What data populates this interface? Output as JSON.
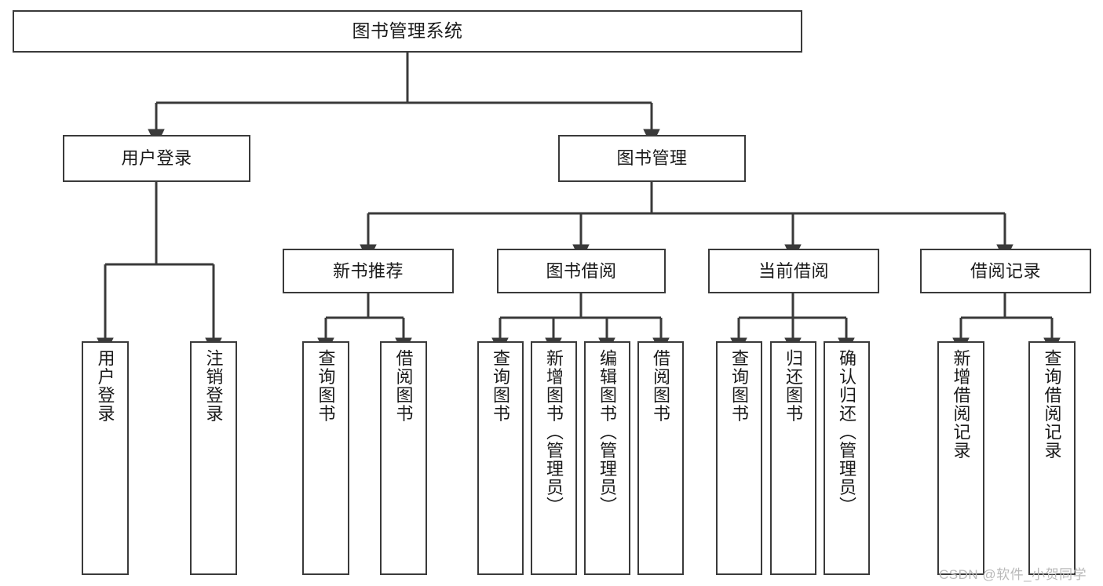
{
  "diagram": {
    "title": "图书管理系统",
    "type": "tree-hierarchy",
    "stroke_color": "#3a3a3a",
    "fill_color": "#ffffff",
    "text_color": "#1a1a1a",
    "watermark": "CSDN @软件_小贺同学"
  },
  "nodes": {
    "root": {
      "label": "图书管理系统"
    },
    "level1": [
      {
        "id": "user-login",
        "label": "用户登录"
      },
      {
        "id": "book-management",
        "label": "图书管理"
      }
    ],
    "level2": [
      {
        "id": "new-book-recommend",
        "label": "新书推荐"
      },
      {
        "id": "book-borrow",
        "label": "图书借阅"
      },
      {
        "id": "current-borrow",
        "label": "当前借阅"
      },
      {
        "id": "borrow-record",
        "label": "借阅记录"
      }
    ],
    "leaves": {
      "user_login": [
        {
          "id": "leaf-user-login",
          "label": "用户登录"
        },
        {
          "id": "leaf-logout-login",
          "label": "注销登录"
        }
      ],
      "new_book_recommend": [
        {
          "id": "leaf-query-book-1",
          "label": "查询图书"
        },
        {
          "id": "leaf-borrow-book-1",
          "label": "借阅图书"
        }
      ],
      "book_borrow": [
        {
          "id": "leaf-query-book-2",
          "label": "查询图书"
        },
        {
          "id": "leaf-add-book",
          "label": "新增图书（管理员）"
        },
        {
          "id": "leaf-edit-book",
          "label": "编辑图书（管理员）"
        },
        {
          "id": "leaf-borrow-book-2",
          "label": "借阅图书"
        }
      ],
      "current_borrow": [
        {
          "id": "leaf-query-book-3",
          "label": "查询图书"
        },
        {
          "id": "leaf-return-book",
          "label": "归还图书"
        },
        {
          "id": "leaf-confirm-return",
          "label": "确认归还（管理员）"
        }
      ],
      "borrow_record": [
        {
          "id": "leaf-add-record",
          "label": "新增借阅记录"
        },
        {
          "id": "leaf-query-record",
          "label": "查询借阅记录"
        }
      ]
    }
  }
}
